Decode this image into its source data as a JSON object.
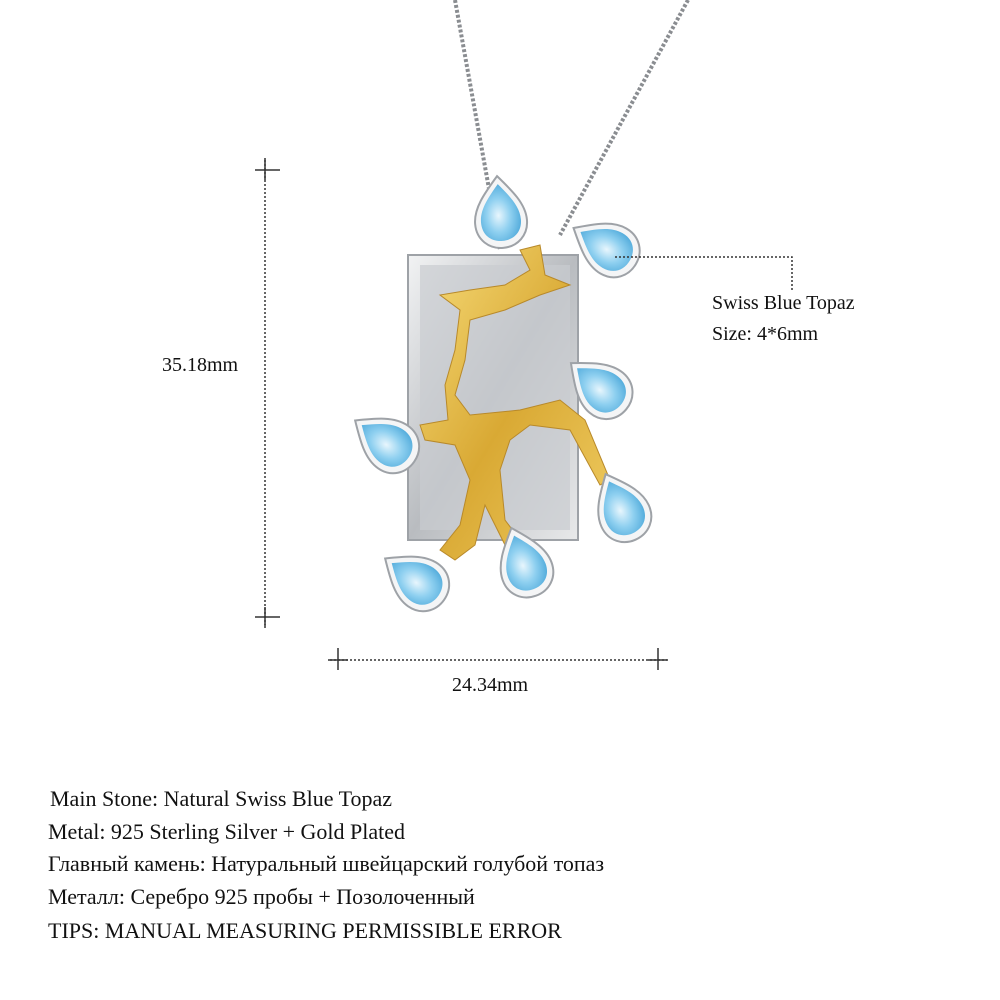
{
  "dimensions": {
    "height": "35.18mm",
    "width": "24.34mm"
  },
  "callout": {
    "title": "Swiss Blue Topaz",
    "size": "Size: 4*6mm"
  },
  "specs": [
    "Main Stone: Natural Swiss Blue Topaz",
    "Metal: 925 Sterling Silver + Gold Plated",
    "Главный камень: Натуральный швейцарский голубой топаз",
    "Металл: Серебро 925 пробы + Позолоченный",
    "TIPS: MANUAL MEASURING PERMISSIBLE ERROR"
  ],
  "colors": {
    "gold": "#e2b84a",
    "silver": "#cfd2d6",
    "topaz": "#7cc6ea"
  }
}
